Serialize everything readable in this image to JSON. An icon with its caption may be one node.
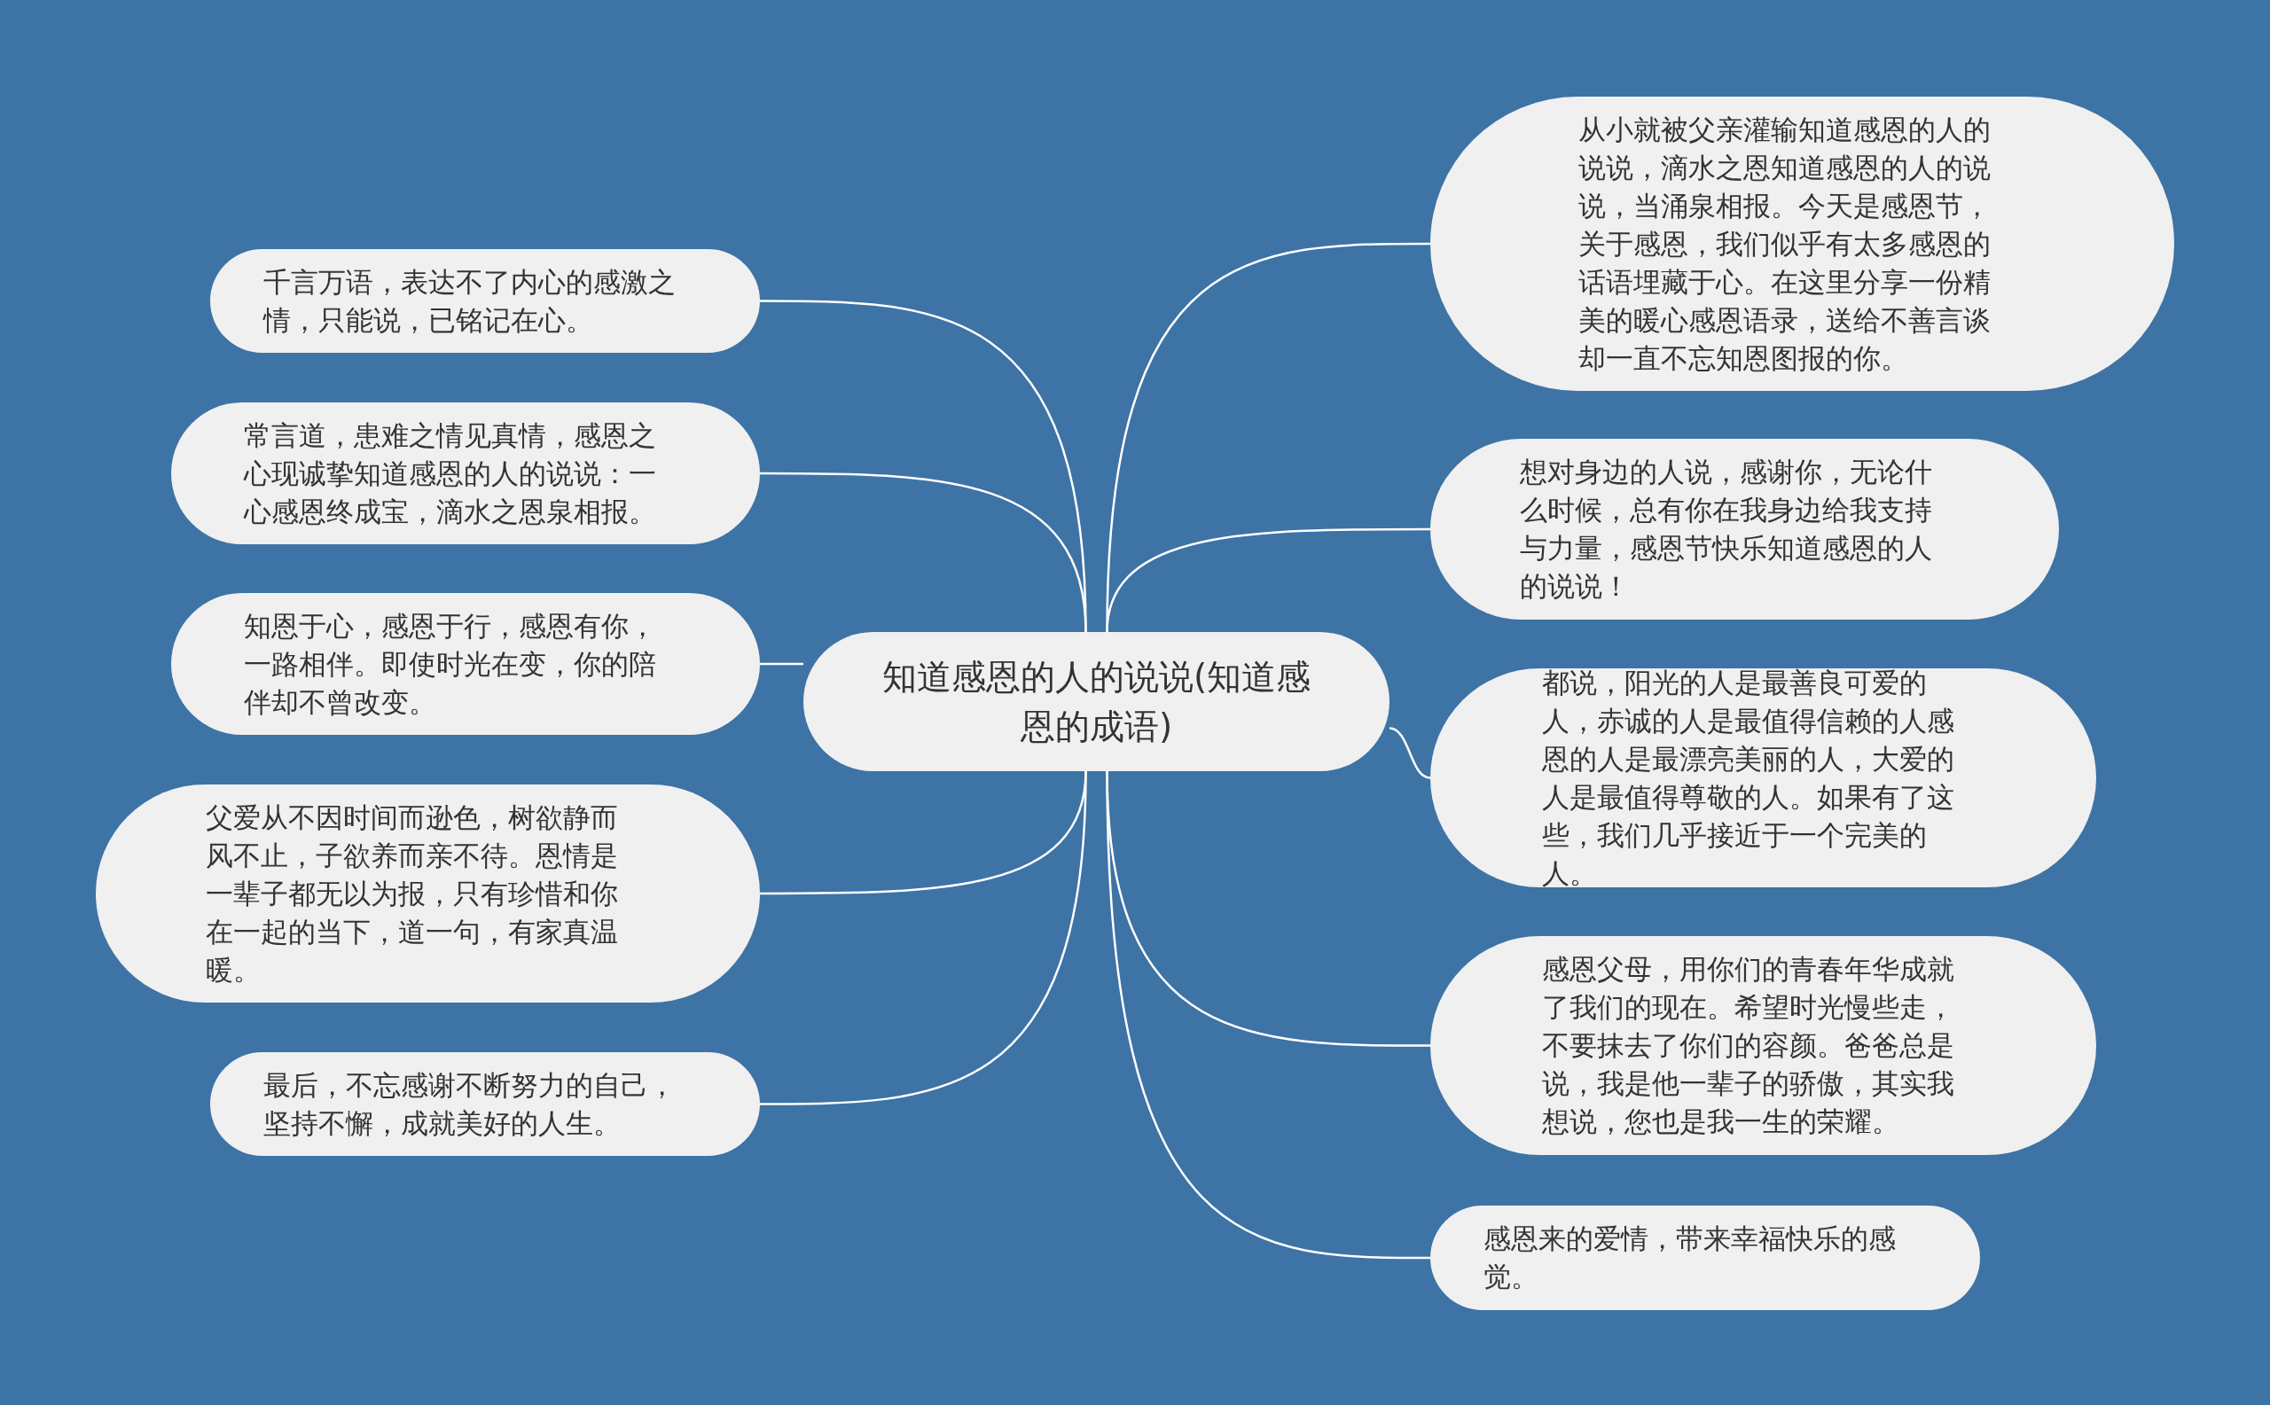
{
  "diagram": {
    "nodes": [
      {
        "text": [
          "知道感恩的人的说说(知道感恩的成语)"
        ]
      },
      {
        "text": [
          "千言万语，表达不了内心的感激之情，只能说，已铭记在心。"
        ]
      },
      {
        "text": [
          "常言道，患难之情见真情，感恩之心现诚挚知道感恩的人的说说：一心感恩终成宝，滴水之恩泉相报。"
        ]
      },
      {
        "text": [
          "知恩于心，感恩于行，感恩有你，一路相伴。即使时光在变，你的陪伴却不曾改变。"
        ]
      },
      {
        "text": [
          "父爱从不因时间而逊色，树欲静而风不止，子欲养而亲不待。恩情是一辈子都无以为报，只有珍惜和你在一起的当下，道一句，有家真温暖。"
        ]
      },
      {
        "text": [
          "最后，不忘感谢不断努力的自己，坚持不懈，成就美好的人生。"
        ]
      },
      {
        "text": [
          "从小就被父亲灌输知道感恩的人的说说，滴水之恩知道感恩的人的说说，当涌泉相报。今天是感恩节，关于感恩，我们似乎有太多感恩的话语埋藏于心。在这里分享一份精美的暖心感恩语录，送给不善言谈却一直不忘知恩图报的你。"
        ]
      },
      {
        "text": [
          "想对身边的人说，感谢你，无论什么时候，总有你在我身边给我支持与力量，感恩节快乐知道感恩的人的说说！"
        ]
      },
      {
        "text": [
          "都说，阳光的人是最善良可爱的人，赤诚的人是最值得信赖的人感恩的人是最漂亮美丽的人，大爱的人是最值得尊敬的人。如果有了这些，我们几乎接近于一个完美的人。"
        ]
      },
      {
        "text": [
          "感恩父母，用你们的青春年华成就了我们的现在。希望时光慢些走，不要抹去了你们的容颜。爸爸总是说，我是他一辈子的骄傲，其实我想说，您也是我一生的荣耀。"
        ]
      },
      {
        "text": [
          "感恩来的爱情，带来幸福快乐的感觉。"
        ]
      }
    ],
    "edges": [
      {
        "from": 0,
        "to": 1,
        "arrow": "none"
      },
      {
        "from": 0,
        "to": 2,
        "arrow": "none"
      },
      {
        "from": 0,
        "to": 3,
        "arrow": "none"
      },
      {
        "from": 0,
        "to": 4,
        "arrow": "none"
      },
      {
        "from": 0,
        "to": 5,
        "arrow": "none"
      },
      {
        "from": 0,
        "to": 6,
        "arrow": "none"
      },
      {
        "from": 0,
        "to": 7,
        "arrow": "none"
      },
      {
        "from": 0,
        "to": 8,
        "arrow": "none"
      },
      {
        "from": 0,
        "to": 9,
        "arrow": "none"
      },
      {
        "from": 0,
        "to": 10,
        "arrow": "none"
      }
    ]
  }
}
